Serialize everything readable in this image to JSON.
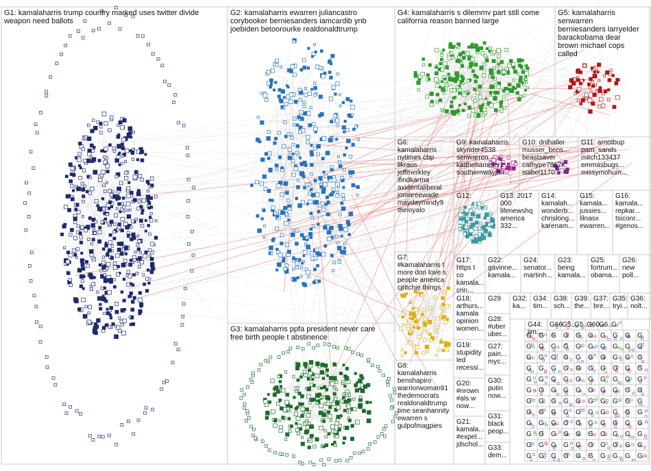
{
  "groups": [
    {
      "id": "G1",
      "lines": [
        "G1: kamalaharris trump country marked uses twitter divide",
        "weapon need ballots"
      ],
      "color": "#1f2a6b"
    },
    {
      "id": "G2",
      "lines": [
        "G2: kamalaharris ewarren juliancastro",
        "corybooker berniesanders iamcardib ynb",
        "joebiden betoorourke realdonaldtrump"
      ],
      "color": "#2a73b8"
    },
    {
      "id": "G3",
      "lines": [
        "G3: kamalaharris ppfa president never care",
        "free birth people t abstinence"
      ],
      "color": "#1f6b2c"
    },
    {
      "id": "G4",
      "lines": [
        "G4: kamalaharris s dilemmv part still come",
        "california reason banned large"
      ],
      "color": "#2e9b2e"
    },
    {
      "id": "G5",
      "lines": [
        "G5: kamalaharris",
        "senwarren",
        "berniesanders larryelder",
        "barackobama dear",
        "brown michael cops",
        "called"
      ],
      "color": "#b01818"
    },
    {
      "id": "G6",
      "lines": [
        "G6:",
        "kamalaharris",
        "nytimes cbp",
        "llkraus",
        "jeffmerkley",
        "ifindkarma",
        "axidentaliberal",
        "jomareewade",
        "maydaymindy9",
        "theloyalo"
      ],
      "color": "#d38a1f"
    },
    {
      "id": "G7",
      "lines": [
        "G7:",
        "#kamalaharris t",
        "more don love s",
        "people america",
        "cjritchie things"
      ],
      "color": "#d8b21b"
    },
    {
      "id": "G8",
      "lines": [
        "G8:",
        "kamalaharris",
        "benshapiro",
        "warriorwoman91",
        "thedemocrats",
        "realdonaldtrump",
        "time seanhannity",
        "ewarren s",
        "gulpofmagpies"
      ],
      "color": "#444"
    },
    {
      "id": "G9",
      "lines": [
        "G9: kamalaharris",
        "skynder4538",
        "senwarren",
        "katthehammer1",
        "southernwayjim..."
      ],
      "color": "#a02090"
    },
    {
      "id": "G10",
      "lines": [
        "G10: dnlhaller",
        "musser_bens...",
        "beastsaver",
        "cathype7817...",
        "isabel1170..."
      ],
      "color": "#7a2a8a"
    },
    {
      "id": "G11",
      "lines": [
        "G11: arnotbup",
        "pam_sands",
        "mitch133437",
        "emmasbugs...",
        "missymohum..."
      ],
      "color": "#5a5a5a"
    },
    {
      "id": "G12",
      "lines": [
        "G12:"
      ],
      "color": "#3a9aa0"
    },
    {
      "id": "G13",
      "lines": [
        "G13: 2017",
        "000",
        "lifenewshq",
        "america",
        "332..."
      ],
      "color": "#666"
    },
    {
      "id": "G14",
      "lines": [
        "G14:",
        "kamalah...",
        "wonderb...",
        "chrislong...",
        "karenam..."
      ],
      "color": "#666"
    },
    {
      "id": "G15",
      "lines": [
        "G15:",
        "kamala...",
        "jussies...",
        "lilnasx",
        "ewarren..."
      ],
      "color": "#666"
    },
    {
      "id": "G16",
      "lines": [
        "G16:",
        "kamala...",
        "repkar...",
        "tsiconr...",
        "#genos..."
      ],
      "color": "#666"
    },
    {
      "id": "G17",
      "lines": [
        "G17:",
        "https t",
        "co",
        "kamala...",
        "cnn..."
      ],
      "color": "#666"
    },
    {
      "id": "G18",
      "lines": [
        "G18:",
        "arthurs...",
        "kamala",
        "opinion",
        "women..."
      ],
      "color": "#666"
    },
    {
      "id": "G19",
      "lines": [
        "G19:",
        "stupidity",
        "led",
        "recessi..."
      ],
      "color": "#666"
    },
    {
      "id": "G20",
      "lines": [
        "G20:",
        "#nrown",
        "#als w",
        "now..."
      ],
      "color": "#666"
    },
    {
      "id": "G21",
      "lines": [
        "G21:",
        "kamala...",
        "#expel...",
        "jdschol..."
      ],
      "color": "#666"
    },
    {
      "id": "G22",
      "lines": [
        "G22:",
        "gavinne...",
        "kamala..."
      ],
      "color": "#666"
    },
    {
      "id": "G23",
      "lines": [
        "G23:",
        "being",
        "kamala..."
      ],
      "color": "#666"
    },
    {
      "id": "G24",
      "lines": [
        "G24:",
        "senator...",
        "martinh..."
      ],
      "color": "#666"
    },
    {
      "id": "G25",
      "lines": [
        "G25:",
        "fortrum...",
        "obama..."
      ],
      "color": "#666"
    },
    {
      "id": "G26",
      "lines": [
        "G26:",
        "new",
        "poll..."
      ],
      "color": "#666"
    },
    {
      "id": "G27",
      "lines": [
        "G27:",
        "pain...",
        "myc..."
      ],
      "color": "#666"
    },
    {
      "id": "G28",
      "lines": [
        "G28:",
        "#uber",
        "uber..."
      ],
      "color": "#666"
    },
    {
      "id": "G29",
      "lines": [
        "G29"
      ],
      "color": "#666"
    },
    {
      "id": "G30",
      "lines": [
        "G30:",
        "putin",
        "now..."
      ],
      "color": "#666"
    },
    {
      "id": "G31",
      "lines": [
        "G31:",
        "black",
        "peop..."
      ],
      "color": "#666"
    },
    {
      "id": "G32",
      "lines": [
        "G32:",
        "ka..."
      ],
      "color": "#666"
    },
    {
      "id": "G33",
      "lines": [
        "G33:",
        "dem..."
      ],
      "color": "#666"
    },
    {
      "id": "G34",
      "lines": [
        "G34:",
        "tim..."
      ],
      "color": "#666"
    },
    {
      "id": "G35",
      "lines": [
        "G35:",
        "tryi..."
      ],
      "color": "#666"
    },
    {
      "id": "G36",
      "lines": [
        "G36:",
        "nolt..."
      ],
      "color": "#666"
    },
    {
      "id": "G37",
      "lines": [
        "G37:",
        "bre..."
      ],
      "color": "#666"
    },
    {
      "id": "G38",
      "lines": [
        "G38:",
        "sch..."
      ],
      "color": "#666"
    },
    {
      "id": "G39",
      "lines": [
        "G39:",
        "the..."
      ],
      "color": "#666"
    },
    {
      "id": "G44",
      "lines": [
        "G44:",
        "jim..."
      ],
      "color": "#666"
    }
  ],
  "small_cell_labels": [
    "G",
    "G",
    "G",
    "G",
    "G",
    "G",
    "G",
    "G",
    "G",
    "G",
    "G",
    "G",
    "G",
    "G",
    "G",
    "G",
    "G",
    "G",
    "G",
    "G",
    "G",
    "G",
    "G",
    "G",
    "G",
    "G",
    "G",
    "G",
    "G",
    "G",
    "G",
    "G",
    "G",
    "G",
    "G",
    "G",
    "G",
    "G",
    "G",
    "G",
    "G",
    "G",
    "G",
    "G",
    "G",
    "G",
    "G",
    "G",
    "G",
    "G",
    "G",
    "G",
    "G",
    "G",
    "G",
    "G",
    "G",
    "G",
    "G",
    "G",
    "G",
    "G",
    "G",
    "G",
    "G",
    "G",
    "G",
    "G",
    "G",
    "G",
    "G",
    "G",
    "G",
    "G",
    "G",
    "G",
    "G",
    "G",
    "G",
    "G"
  ],
  "small_cell_extra": [
    "G66",
    "G5...",
    "G5...",
    "G60",
    "G6..."
  ],
  "colors": {
    "intra_edge": "#b9b9b9",
    "cross_edge": "#e07070",
    "border": "#c8c8c8"
  }
}
